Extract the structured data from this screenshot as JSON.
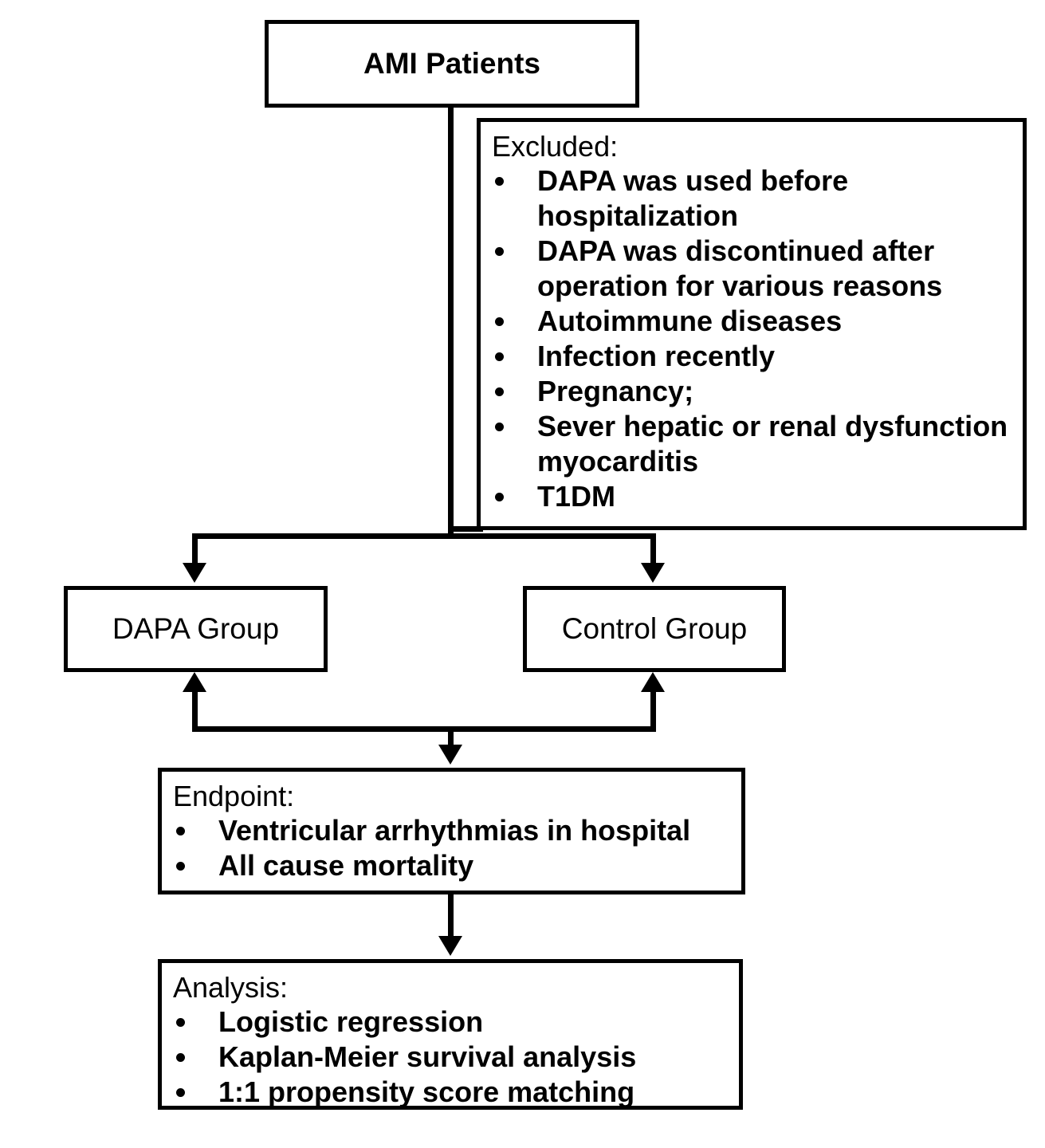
{
  "diagram": {
    "title": "AMI Patients study flowchart",
    "nodes": {
      "ami": {
        "label": "AMI Patients"
      },
      "excluded": {
        "header": "Excluded:",
        "items": [
          "DAPA was used before hospitalization",
          "DAPA was discontinued after operation for various reasons",
          "Autoimmune diseases",
          "Infection recently",
          "Pregnancy;",
          "Sever hepatic or renal dysfunction myocarditis",
          "T1DM"
        ]
      },
      "dapa_group": {
        "label": "DAPA Group"
      },
      "control_group": {
        "label": "Control Group"
      },
      "endpoint": {
        "header": "Endpoint:",
        "items": [
          "Ventricular arrhythmias in hospital",
          "All cause mortality"
        ]
      },
      "analysis": {
        "header": "Analysis:",
        "items": [
          "Logistic regression",
          "Kaplan-Meier survival analysis",
          "1:1 propensity score matching"
        ]
      }
    },
    "colors": {
      "stroke": "#000000",
      "background": "#ffffff",
      "text": "#000000"
    }
  }
}
